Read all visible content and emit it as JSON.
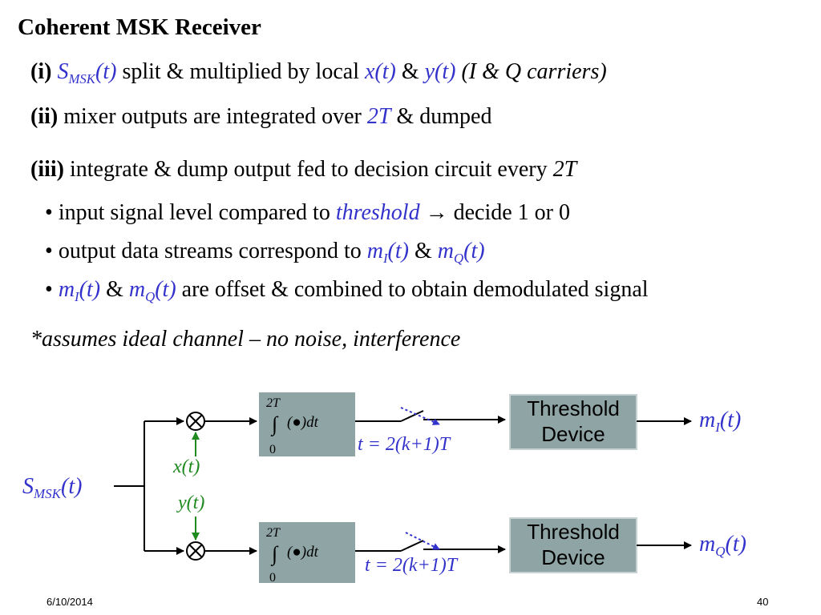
{
  "slide": {
    "title": "Coherent MSK  Receiver",
    "line1": {
      "num": "(i)",
      "sig_main": "S",
      "sig_sub": "MSK",
      "sig_arg": "(t)",
      "text1": " split & multiplied by local ",
      "x": "x(t)",
      "amp": " & ",
      "y": "y(t)",
      "paren": " (I & Q carriers)"
    },
    "line2": {
      "num": "(ii)",
      "text1": " mixer outputs are integrated over ",
      "period": "2T",
      "text2": " & dumped"
    },
    "line3": {
      "num": "(iii)",
      "text1": " integrate & dump output fed to decision circuit every ",
      "period": "2T"
    },
    "bullet1": {
      "bullet": "•",
      "text1": " input signal level compared to ",
      "threshold": "threshold",
      "arrow": "→",
      "text2": " decide 1 or 0"
    },
    "bullet2": {
      "bullet": "•",
      "text1": " output data streams correspond to ",
      "mI_main": "m",
      "mI_sub": "I",
      "mI_arg": "(t)",
      "amp": " & ",
      "mQ_main": "m",
      "mQ_sub": "Q",
      "mQ_arg": "(t)"
    },
    "bullet3": {
      "bullet": "•",
      "mI_main": "m",
      "mI_sub": "I",
      "mI_arg": "(t)",
      "amp": " & ",
      "mQ_main": "m",
      "mQ_sub": "Q",
      "mQ_arg": "(t)",
      "text1": " are offset & combined to obtain demodulated signal"
    },
    "note": "*assumes ideal channel – no noise, interference"
  },
  "diagram": {
    "input": {
      "main": "S",
      "sub": "MSK",
      "arg": "(t)"
    },
    "x_carrier": "x(t)",
    "y_carrier": "y(t)",
    "integrator": {
      "upper": "2T",
      "integral": "∫",
      "body": "(●)dt",
      "lower": "0"
    },
    "switch_label": "t = 2(k+1)T",
    "threshold_line1": "Threshold",
    "threshold_line2": "Device",
    "out_top": {
      "main": "m",
      "sub": "I",
      "arg": "(t)"
    },
    "out_bottom": {
      "main": "m",
      "sub": "Q",
      "arg": "(t)"
    },
    "colors": {
      "blue": "#3333cc",
      "green": "#1f8a1f",
      "box_fill": "#8fa4a4"
    }
  },
  "footer": {
    "date": "6/10/2014",
    "page": "40"
  }
}
